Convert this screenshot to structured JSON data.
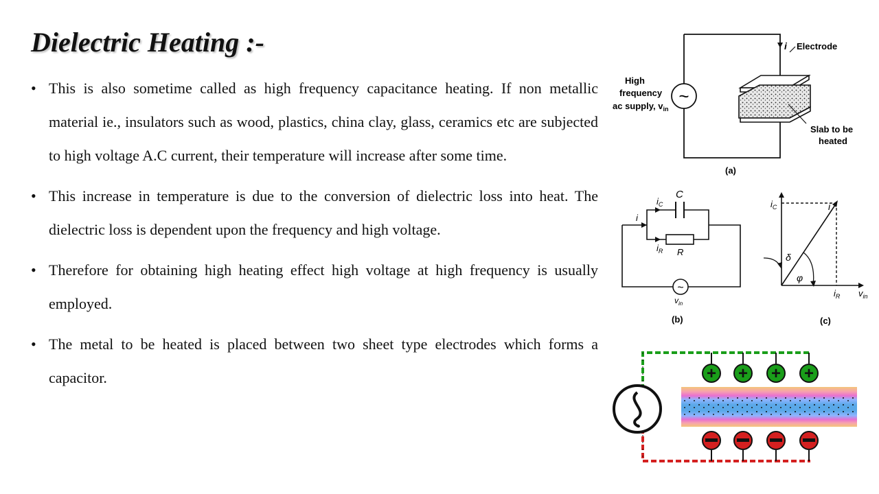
{
  "slide": {
    "title": "Dielectric Heating :-",
    "bullets": [
      "This is also sometime called as high frequency capacitance heating. If non metallic material ie., insulators such as wood, plastics, china clay, glass, ceramics etc are subjected to high voltage A.C current, their temperature will increase after some time.",
      "This increase in temperature is due to the conversion of dielectric loss into heat. The dielectric loss is dependent upon the frequency and high voltage.",
      "Therefore for obtaining high heating effect high voltage at high frequency is usually employed.",
      "The metal to be heated is placed between two sheet type electrodes which forms a capacitor."
    ],
    "bullet_char": "•"
  },
  "figure_a": {
    "supply_label": [
      "High",
      "frequency",
      "ac supply, v"
    ],
    "supply_sub": "in",
    "current_label": "i",
    "electrode_label": "Electrode",
    "slab_label": [
      "Slab to be",
      "heated"
    ],
    "caption": "(a)",
    "source_symbol": "~"
  },
  "figure_b": {
    "ic_label": "i",
    "ic_sub": "C",
    "c_label": "C",
    "i_label": "i",
    "ir_label": "i",
    "ir_sub": "R",
    "r_label": "R",
    "vin_label": "v",
    "vin_sub": "in",
    "caption": "(b)"
  },
  "figure_c": {
    "ic_label": "i",
    "ic_sub": "C",
    "i_label": "i",
    "delta_label": "δ",
    "phi_label": "φ",
    "ir_label": "i",
    "ir_sub": "R",
    "vin_label": "v",
    "vin_sub": "in",
    "caption": "(c)"
  },
  "figure_d": {
    "plus_symbol": "+",
    "minus_symbol": "−",
    "colors": {
      "positive_wire": "#1a9e1a",
      "negative_wire": "#d42020",
      "slab_core": "#5aa8e8",
      "slab_edge": "#e86fd0",
      "slab_outer": "#f4c67a"
    }
  }
}
